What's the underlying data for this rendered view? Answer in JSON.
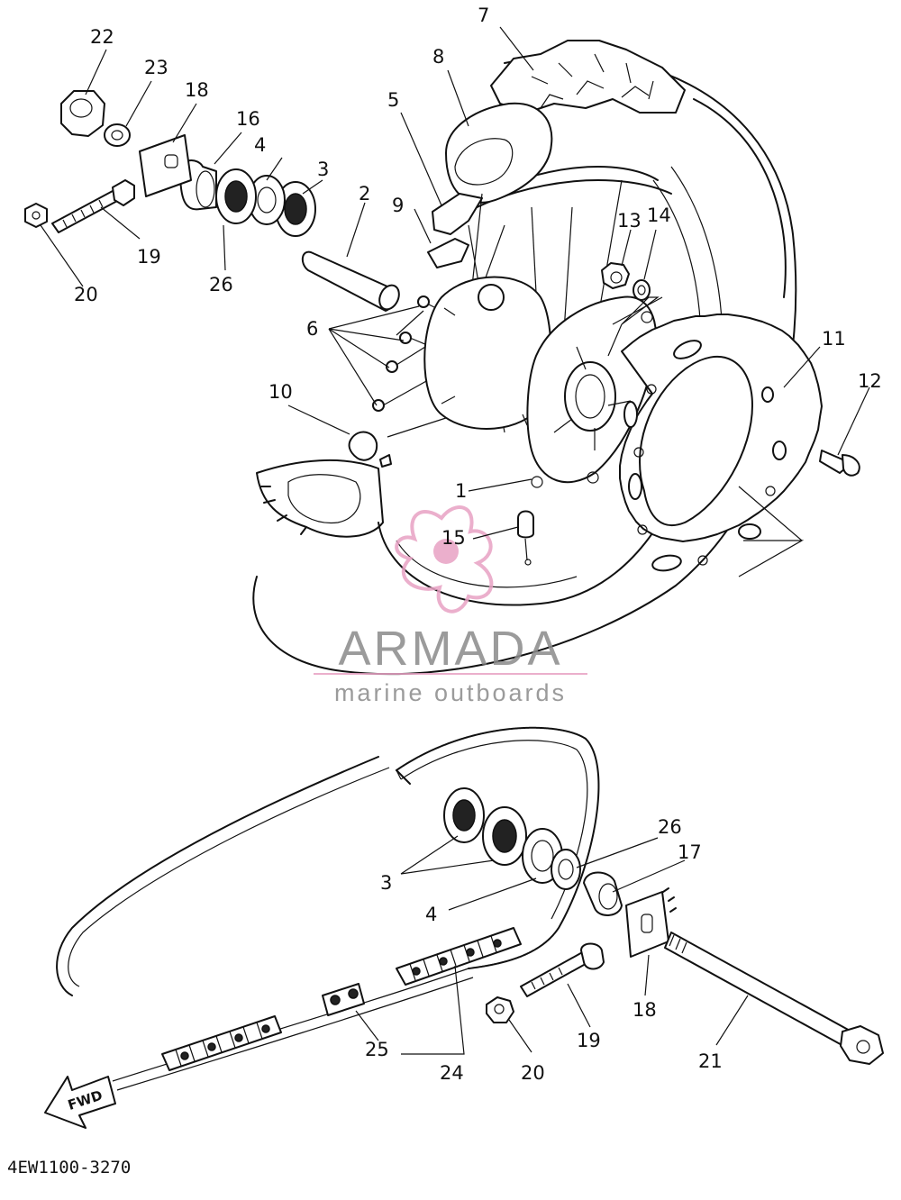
{
  "labels": {
    "l1": "1",
    "l2": "2",
    "l3a": "3",
    "l3b": "3",
    "l4a": "4",
    "l4b": "4",
    "l5": "5",
    "l6": "6",
    "l7": "7",
    "l8": "8",
    "l9": "9",
    "l10": "10",
    "l11": "11",
    "l12": "12",
    "l13": "13",
    "l14": "14",
    "l15": "15",
    "l16": "16",
    "l17": "17",
    "l18a": "18",
    "l18b": "18",
    "l19a": "19",
    "l19b": "19",
    "l20a": "20",
    "l20b": "20",
    "l21": "21",
    "l22": "22",
    "l23": "23",
    "l24": "24",
    "l25": "25",
    "l26a": "26",
    "l26b": "26"
  },
  "fwd_arrow": "FWD",
  "diagram_code": "4EW1100-3270",
  "watermark": {
    "title": "ARMADA",
    "subtitle": "marine outboards",
    "color": "#8a8a8a",
    "accent": "#e8a2c4"
  }
}
